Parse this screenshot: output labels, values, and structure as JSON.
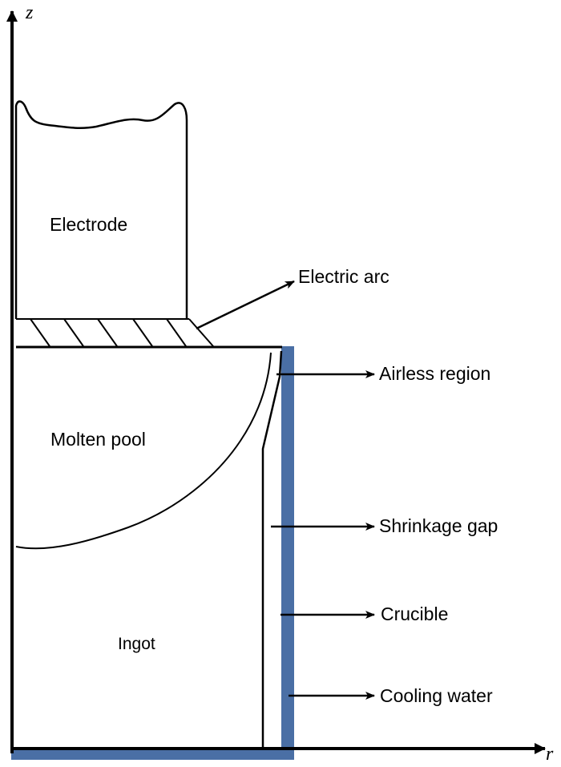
{
  "axes": {
    "vertical": "z",
    "horizontal": "r"
  },
  "regions": {
    "electrode": "Electrode",
    "molten_pool": "Molten pool",
    "ingot": "Ingot"
  },
  "callouts": {
    "electric_arc": "Electric arc",
    "airless_region": "Airless region",
    "shrinkage_gap": "Shrinkage gap",
    "crucible": "Crucible",
    "cooling_water": "Cooling water"
  },
  "colors": {
    "line": "#000000",
    "cooling_water": "#4a6fa5"
  }
}
